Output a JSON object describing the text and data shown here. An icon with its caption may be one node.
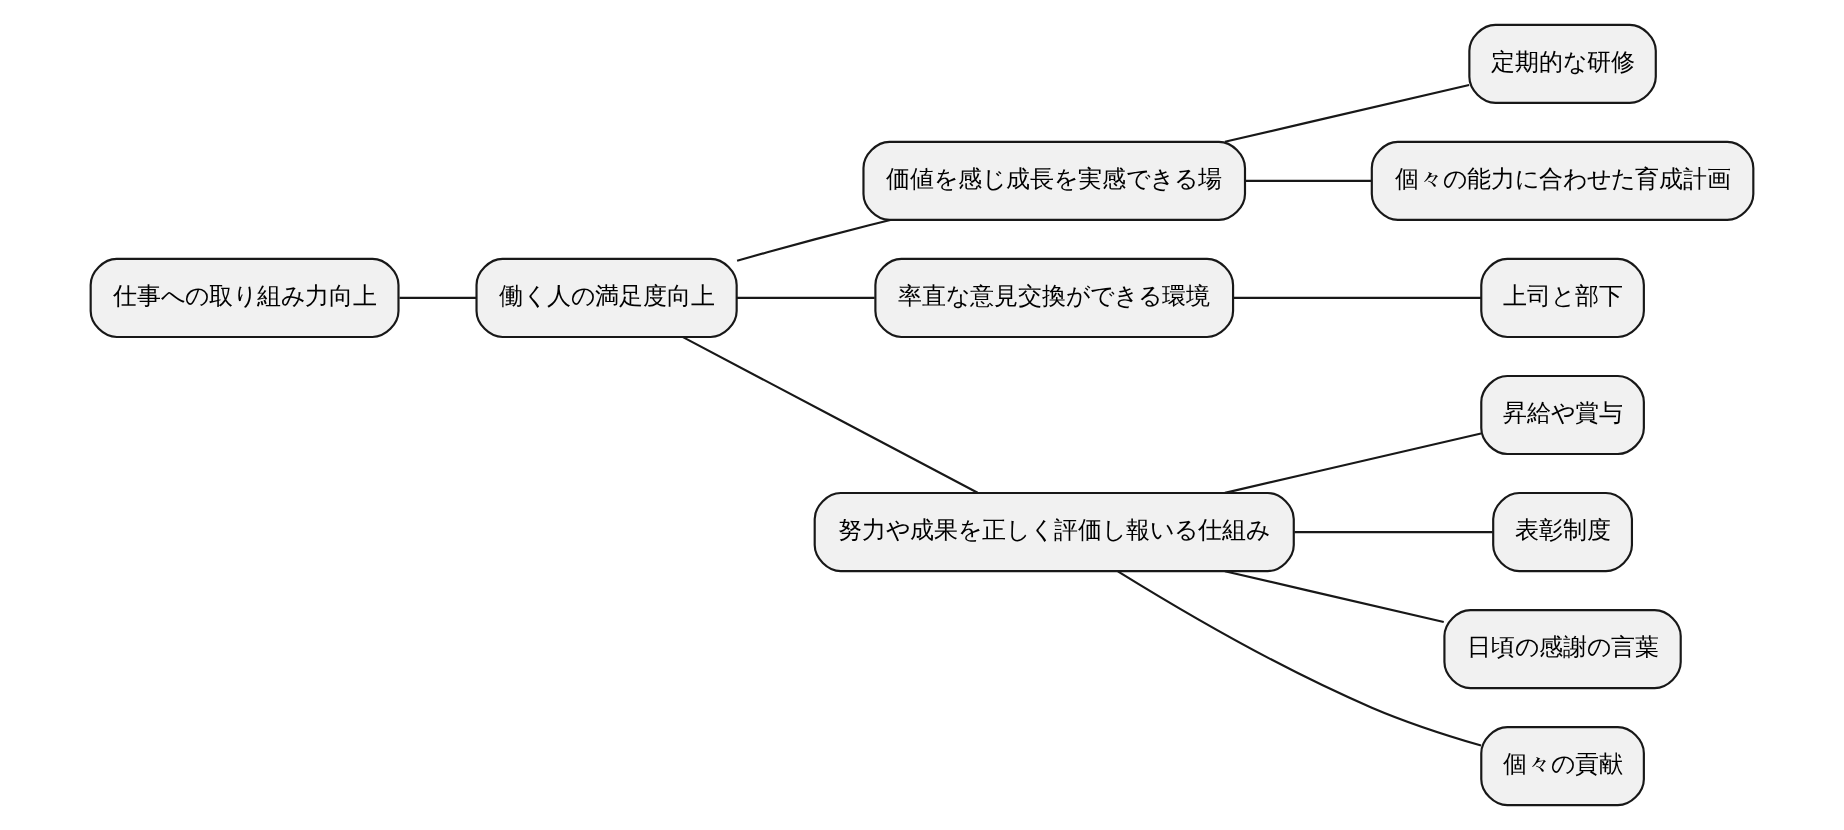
{
  "diagram": {
    "nodes": [
      {
        "text": [
          "仕事への取り組み力向上"
        ]
      },
      {
        "text": [
          "働く人の満足度向上"
        ]
      },
      {
        "text": [
          "価値を感じ成長を実感できる場"
        ]
      },
      {
        "text": [
          "定期的な研修"
        ]
      },
      {
        "text": [
          "個々の能力に合わせた育成計画"
        ]
      },
      {
        "text": [
          "率直な意見交換ができる環境"
        ]
      },
      {
        "text": [
          "上司と部下"
        ]
      },
      {
        "text": [
          "努力や成果を正しく評価し報いる仕組み"
        ]
      },
      {
        "text": [
          "昇給や賞与"
        ]
      },
      {
        "text": [
          "表彰制度"
        ]
      },
      {
        "text": [
          "日頃の感謝の言葉"
        ]
      },
      {
        "text": [
          "個々の貢献"
        ]
      }
    ],
    "edges": [
      {
        "from": 0,
        "to": 1,
        "arrow": "none"
      },
      {
        "from": 1,
        "to": 2,
        "arrow": "none"
      },
      {
        "from": 2,
        "to": 3,
        "arrow": "none"
      },
      {
        "from": 2,
        "to": 4,
        "arrow": "none"
      },
      {
        "from": 1,
        "to": 5,
        "arrow": "none"
      },
      {
        "from": 5,
        "to": 6,
        "arrow": "none"
      },
      {
        "from": 1,
        "to": 7,
        "arrow": "none"
      },
      {
        "from": 7,
        "to": 8,
        "arrow": "none"
      },
      {
        "from": 7,
        "to": 9,
        "arrow": "none"
      },
      {
        "from": 7,
        "to": 10,
        "arrow": "none"
      },
      {
        "from": 7,
        "to": 11,
        "arrow": "none"
      }
    ]
  }
}
